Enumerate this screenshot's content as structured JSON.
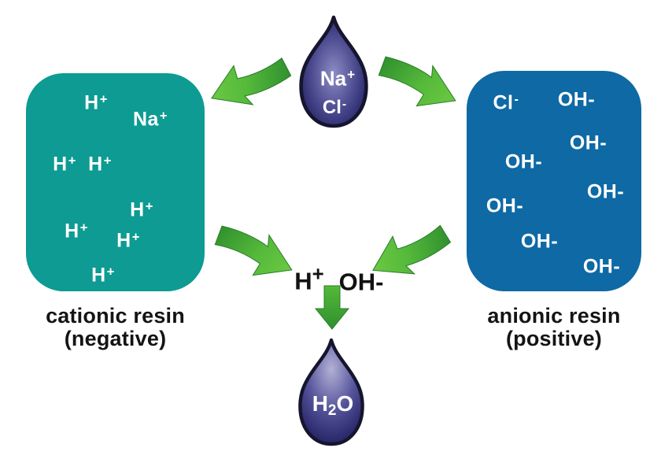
{
  "diagram": {
    "description": "ion exchange deionization diagram",
    "source_drop": {
      "ions": [
        {
          "base": "Na",
          "sup": "+"
        },
        {
          "base": "Cl",
          "sup": "-"
        }
      ]
    },
    "cationic_box": {
      "label_line1": "cationic resin",
      "label_line2": "(negative)",
      "ions": [
        {
          "base": "H",
          "sup": "+"
        },
        {
          "base": "Na",
          "sup": "+"
        },
        {
          "base": "H",
          "sup": "+"
        },
        {
          "base": "H",
          "sup": "+"
        },
        {
          "base": "H",
          "sup": "+"
        },
        {
          "base": "H",
          "sup": "+"
        },
        {
          "base": "H",
          "sup": "+"
        },
        {
          "base": "H",
          "sup": "+"
        }
      ]
    },
    "anionic_box": {
      "label_line1": "anionic resin",
      "label_line2": "(positive)",
      "ions": [
        {
          "base": "Cl",
          "sup": "-"
        },
        {
          "base": "OH-",
          "sup": ""
        },
        {
          "base": "OH-",
          "sup": ""
        },
        {
          "base": "OH-",
          "sup": ""
        },
        {
          "base": "OH-",
          "sup": ""
        },
        {
          "base": "OH-",
          "sup": ""
        },
        {
          "base": "OH-",
          "sup": ""
        },
        {
          "base": "OH-",
          "sup": ""
        }
      ]
    },
    "center_ions": [
      {
        "base": "H",
        "sup": "+"
      },
      {
        "base": "OH-",
        "sup": ""
      }
    ],
    "product_drop": {
      "formula_pre": "H",
      "formula_sub": "2",
      "formula_post": "O"
    },
    "colors": {
      "cationic_resin": "#0d9b93",
      "anionic_resin": "#0e69a5",
      "arrow_dark": "#2f8f2f",
      "arrow_light": "#6cc944",
      "droplet_dark": "#232266",
      "droplet_light": "#8f8dc5",
      "text_on_resin": "#ffffff",
      "label_text": "#141414"
    }
  }
}
